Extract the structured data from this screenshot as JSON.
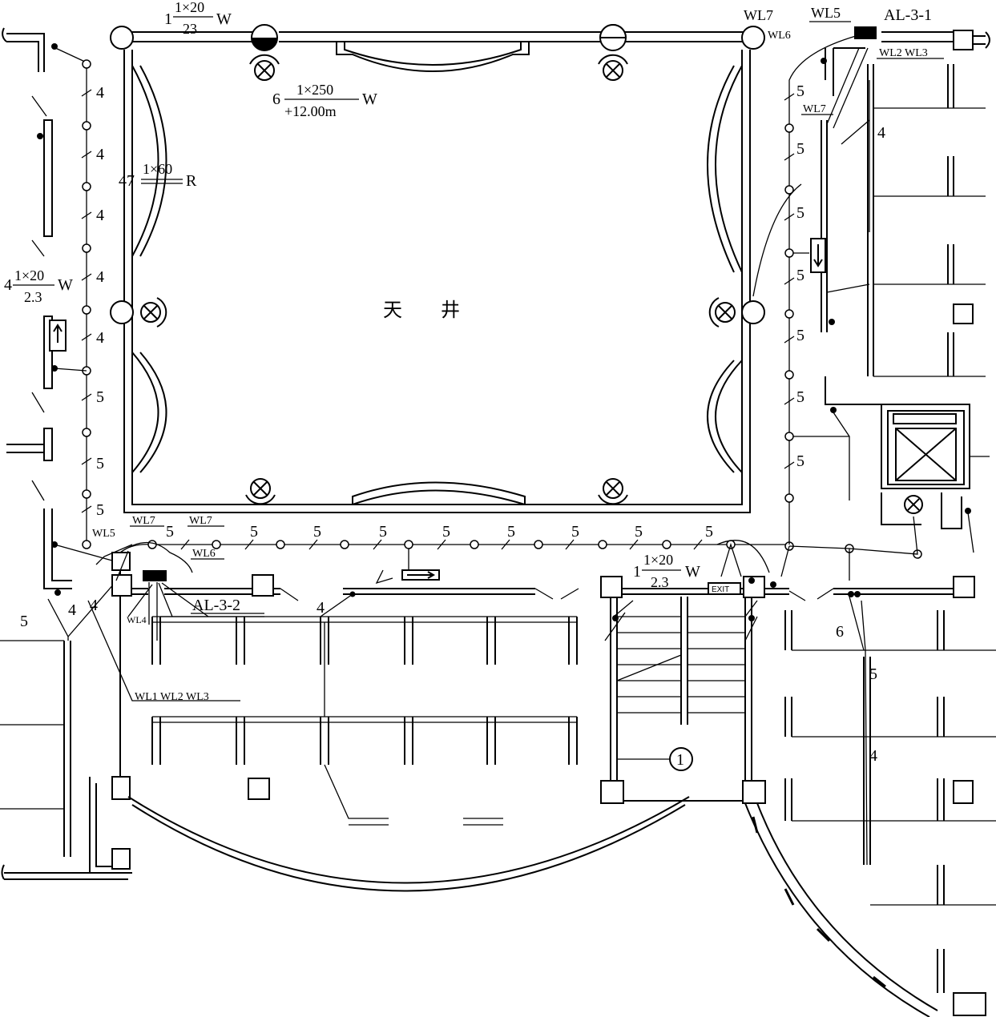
{
  "atrium": {
    "label": "天　　井"
  },
  "panels": {
    "al31": "AL-3-1",
    "al32": "AL-3-2"
  },
  "circuits": {
    "wl7_top": "WL7",
    "wl5_top": "WL5",
    "wl6_top": "WL6",
    "wl2wl3_top": "WL2 WL3",
    "wl7_right": "WL7",
    "wl7_lower_a": "WL7",
    "wl7_lower_b": "WL7",
    "wl5_lower": "WL5",
    "wl6_lower": "WL6",
    "wl4": "WL4",
    "wl123": "WL1 WL2 WL3"
  },
  "fixtures": {
    "top_left": {
      "count": "1",
      "numerator": "1×20",
      "denominator": "23",
      "suffix": "W"
    },
    "floodlight": {
      "count": "6",
      "numerator": "1×250",
      "denominator": "+12.00m",
      "suffix": "W"
    },
    "ring": {
      "count": "47",
      "numerator": "1×60",
      "denominator": "",
      "suffix": "R"
    },
    "left_wall": {
      "count": "4",
      "numerator": "1×20",
      "denominator": "2.3",
      "suffix": "W"
    },
    "stair_wall": {
      "count": "1",
      "numerator": "1×20",
      "denominator": "2.3",
      "suffix": "W"
    }
  },
  "wire_counts": {
    "left_col": [
      "4",
      "4",
      "4",
      "4",
      "4",
      "5",
      "5",
      "5"
    ],
    "right_col": [
      "5",
      "5",
      "5",
      "5",
      "5",
      "5",
      "5"
    ],
    "right_branch": [
      "4"
    ],
    "corridor": [
      "5",
      "5",
      "5",
      "5",
      "5",
      "5",
      "5",
      "5",
      "5"
    ],
    "lower_left": [
      "5",
      "4",
      "4"
    ],
    "lower_mid": [
      "4"
    ],
    "lower_right": [
      "6",
      "5",
      "4"
    ]
  },
  "signs": {
    "exit": "EXIT",
    "stair_marker": "1"
  }
}
